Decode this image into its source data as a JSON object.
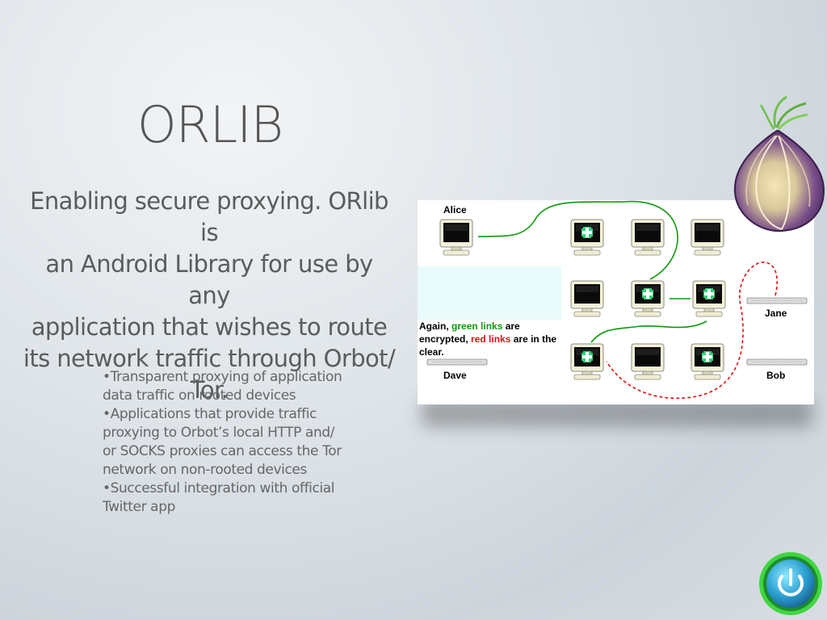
{
  "slide": {
    "title": "ORLIB",
    "lead": [
      "Enabling secure proxying. ORlib is",
      "an Android Library for use by any",
      "application that wishes to route",
      "its network traffic through Orbot/",
      "Tor."
    ],
    "bullets": [
      [
        "•Transparent proxying of application",
        "data traffic on rooted devices"
      ],
      [
        "•Applications that provide traffic",
        "proxying to Orbot’s local HTTP and/",
        "or SOCKS proxies can access the Tor",
        "network on non-rooted devices"
      ],
      [
        "•Successful integration with official",
        "Twitter app"
      ]
    ]
  },
  "diagram": {
    "nodes": {
      "alice": "Alice",
      "jane": "Jane",
      "dave": "Dave",
      "bob": "Bob"
    },
    "caption": {
      "part1": "Again, ",
      "green_text": "green links",
      "part2": " are encrypted, ",
      "red_text": "red links",
      "part3": " are in the clear."
    },
    "colors": {
      "green_link": "#0a9a0a",
      "red_link": "#e01010"
    }
  },
  "icons": {
    "logo": "tor-onion-icon",
    "button": "orbot-power-icon"
  }
}
